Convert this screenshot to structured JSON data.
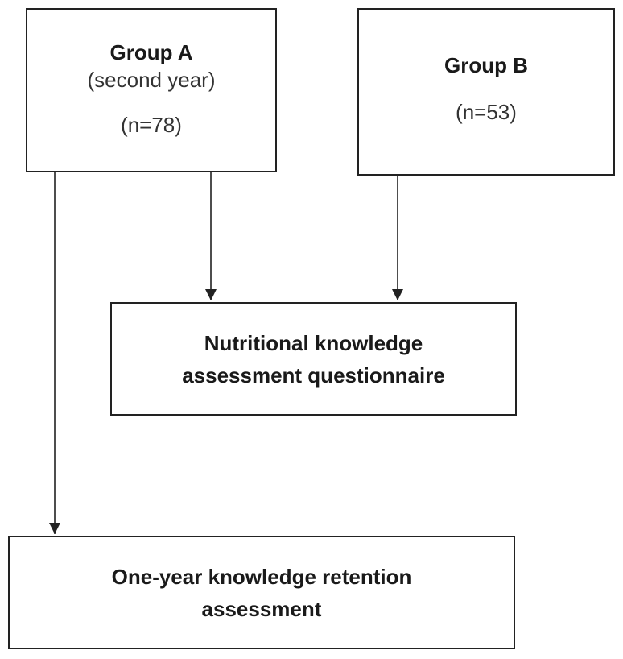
{
  "group_a": {
    "title": "Group A",
    "subtitle": "(second year)",
    "n": "(n=78)"
  },
  "group_b": {
    "title": "Group B",
    "n": "(n=53)"
  },
  "questionnaire": {
    "line1": "Nutritional knowledge",
    "line2": "assessment questionnaire"
  },
  "retention": {
    "line1": "One-year knowledge retention",
    "line2": "assessment"
  },
  "colors": {
    "stroke": "#222222",
    "background": "#ffffff"
  }
}
